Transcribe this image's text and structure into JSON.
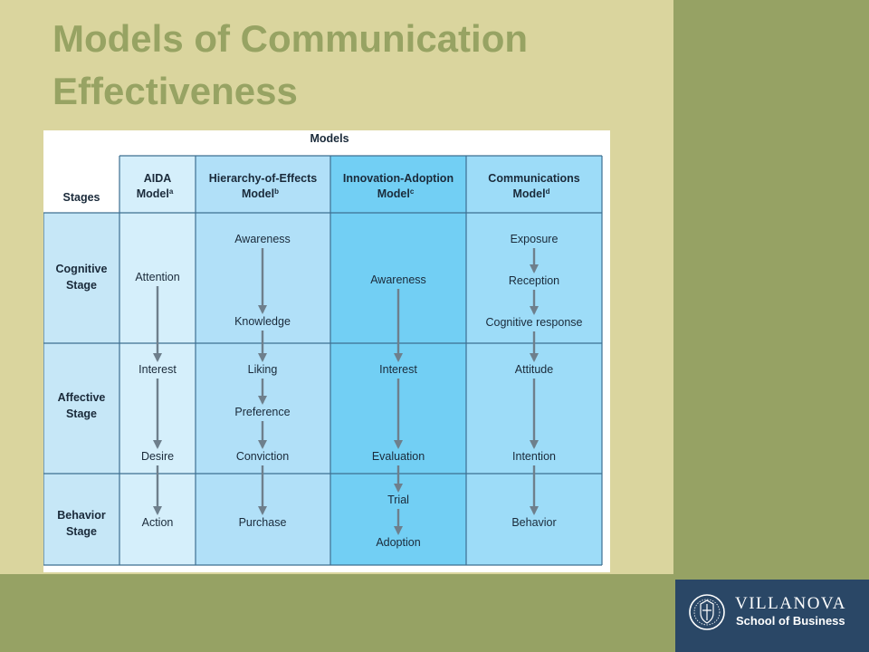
{
  "slide": {
    "title_line1": "Models of Communication",
    "title_line2": "Effectiveness"
  },
  "table": {
    "models_header": "Models",
    "stages_header": "Stages",
    "columns": [
      {
        "name": "AIDA",
        "sub": "Model",
        "sup": "a"
      },
      {
        "name": "Hierarchy-of-Effects",
        "sub": "Model",
        "sup": "b"
      },
      {
        "name": "Innovation-Adoption",
        "sub": "Model",
        "sup": "c"
      },
      {
        "name": "Communications",
        "sub": "Model",
        "sup": "d"
      }
    ],
    "stages": [
      {
        "line1": "Cognitive",
        "line2": "Stage"
      },
      {
        "line1": "Affective",
        "line2": "Stage"
      },
      {
        "line1": "Behavior",
        "line2": "Stage"
      }
    ],
    "models": {
      "aida": [
        "Attention",
        "Interest",
        "Desire",
        "Action"
      ],
      "hierarchy": [
        "Awareness",
        "Knowledge",
        "Liking",
        "Preference",
        "Conviction",
        "Purchase"
      ],
      "innovation": [
        "Awareness",
        "Interest",
        "Evaluation",
        "Trial",
        "Adoption"
      ],
      "communications": [
        "Exposure",
        "Reception",
        "Cognitive response",
        "Attitude",
        "Intention",
        "Behavior"
      ]
    },
    "colors": {
      "header_bg": "#ffffff",
      "stage_col": "#c6e7f7",
      "aida_col": "#d5effb",
      "hierarchy_col": "#b1e0f8",
      "innovation_col": "#72cff4",
      "communications_col": "#9ddcf8",
      "grid": "#3d6f91",
      "arrow": "#6e7f8c",
      "text": "#1a2a3a"
    }
  },
  "logo": {
    "name": "VILLANOVA",
    "school": "School of Business"
  }
}
